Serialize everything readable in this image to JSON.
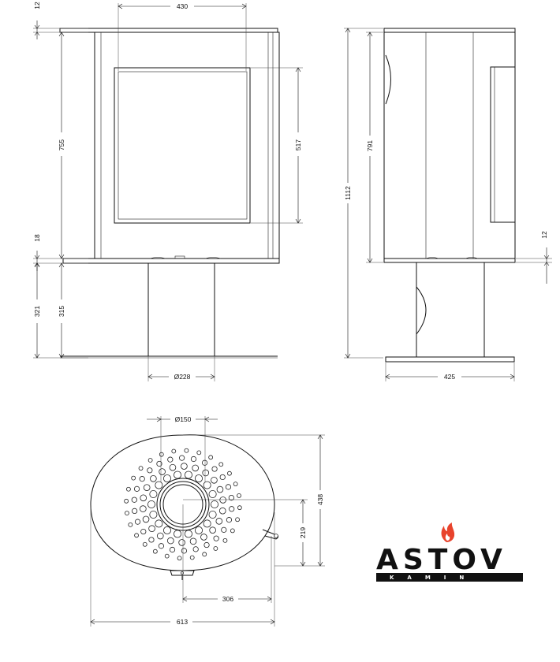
{
  "dimensions": {
    "front_top_thickness": "12",
    "front_width": "430",
    "front_body_height": "755",
    "front_glass_height": "517",
    "front_mid_thickness": "18",
    "front_column_height": "315",
    "front_base_height": "321",
    "front_column_diameter": "Ø228",
    "side_total_height": "1112",
    "side_body_height": "791",
    "side_bottom_thickness": "12",
    "side_base_width": "425",
    "top_flue_diameter": "Ø150",
    "top_depth": "438",
    "top_center_depth": "219",
    "top_center_width": "306",
    "top_width": "613"
  },
  "logo": {
    "name": "ASTOV",
    "subtitle": "KAMIN",
    "colors": {
      "text": "#111111",
      "flame": "#e8432c"
    }
  }
}
